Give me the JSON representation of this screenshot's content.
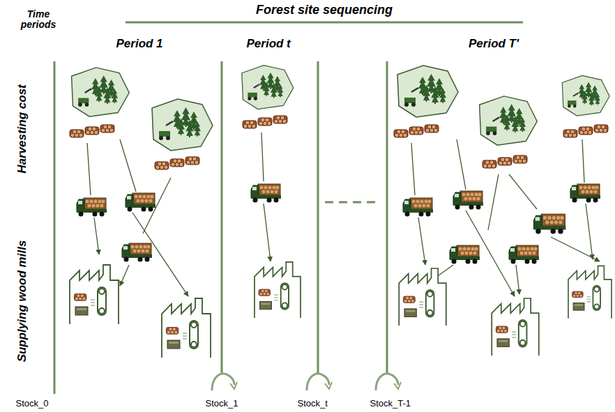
{
  "diagram": {
    "title": "Forest site sequencing",
    "labels": [
      "Time periods",
      "Period 1",
      "Period t",
      "Period T'",
      "Harvesting cost",
      "Supplying wood mills",
      "Stock_0",
      "Stock_1",
      "Stock_t",
      "Stock_T-1"
    ]
  }
}
